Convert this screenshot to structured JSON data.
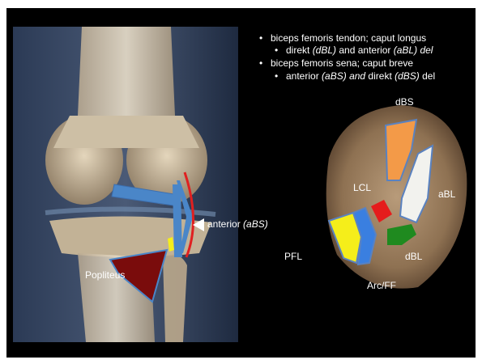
{
  "bullets": [
    {
      "text": "biceps femoris tendon; caput longus"
    },
    {
      "parts": [
        "direkt ",
        "(dBL)",
        " and anterior ",
        "(aBL)",
        " ",
        "del"
      ]
    },
    {
      "text": "biceps femoris sena; caput breve"
    },
    {
      "parts": [
        "anterior ",
        "(aBS)",
        " ",
        "and",
        "  direkt ",
        "(dBS)",
        " del"
      ]
    }
  ],
  "knee_labels": {
    "popliteus": "Popliteus",
    "anterior_prefix": "anterior ",
    "anterior_abbrev": "(aBS)"
  },
  "slice_labels": {
    "dbs": "dBS",
    "lcl": "LCL",
    "abl": "aBL",
    "pfl": "PFL",
    "dbl": "dBL",
    "arc": "Arc/FF"
  },
  "colors": {
    "background": "#000000",
    "tendon_blue": "#4a86c8",
    "popliteus": "#7a0c0c",
    "dbs": "#f39a48",
    "abl": "#f2f2ee",
    "lcl": "#e51c1c",
    "dbl": "#1f8a1f",
    "pfl_yellow": "#f5ee1a",
    "pfl_blue": "#3a7fe0",
    "arc_red": "#e02020"
  }
}
